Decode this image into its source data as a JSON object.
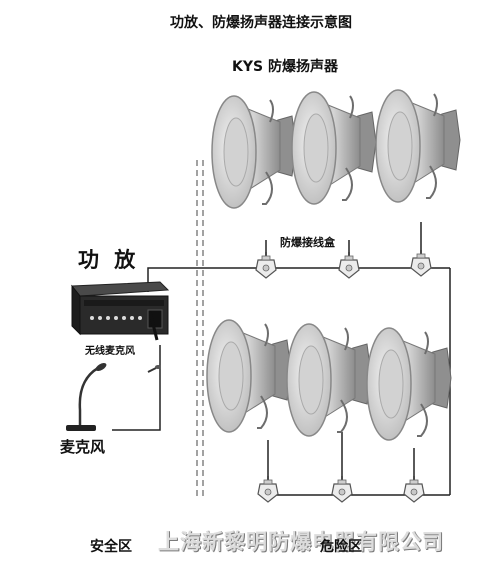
{
  "diagram": {
    "title": "功放、防爆扬声器连接示意图",
    "speaker_label": "KYS 防爆扬声器",
    "amplifier_label": "功 放",
    "wireless_mic_label": "无线麦克风",
    "microphone_label": "麦克风",
    "junction_box_label": "防爆接线盒",
    "safe_zone_label": "安全区",
    "company_watermark": "上海新黎明防爆电器有限公司",
    "hazard_zone_label": "危险区"
  },
  "icons": {
    "speaker": "horn-speaker-icon",
    "junction_box": "junction-box-icon",
    "amplifier": "amplifier-rack-icon",
    "microphone": "gooseneck-microphone-icon"
  },
  "colors": {
    "wire": "#222222",
    "speaker_body": "#b9b9b9",
    "speaker_mouth": "#e4e4e4",
    "amplifier_body": "#2a2a2a",
    "watermark": "#dcdcdc"
  }
}
